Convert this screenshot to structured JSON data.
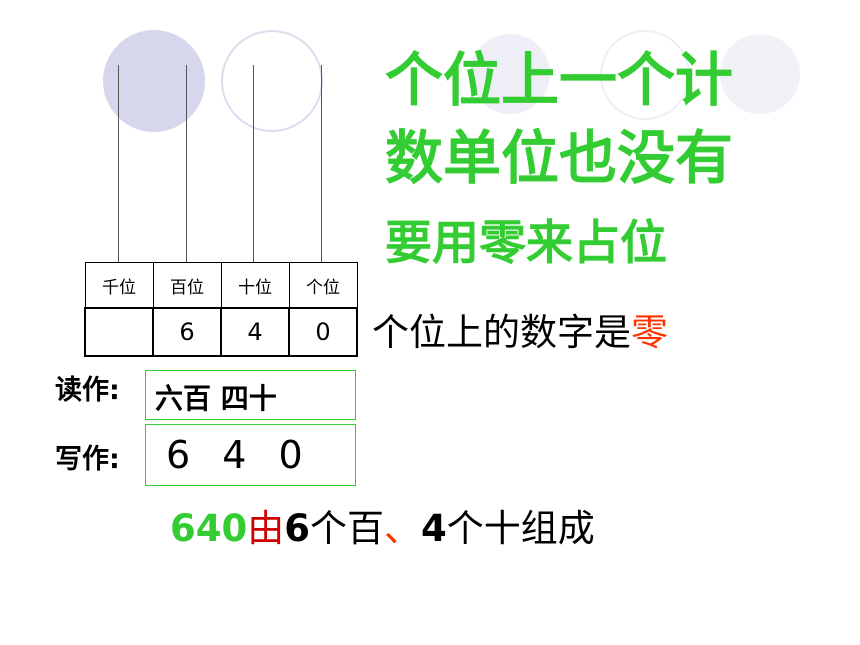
{
  "headline": {
    "line1": "个位上一个计",
    "line2": "数单位也没有",
    "line3": "要用零来占位"
  },
  "place_table": {
    "headers": [
      "千位",
      "百位",
      "十位",
      "个位"
    ],
    "values": [
      "",
      "6",
      "4",
      "0"
    ]
  },
  "ones_note": {
    "prefix": "个位上的数字是",
    "highlight": "零"
  },
  "read": {
    "label": "读作",
    "colon": ":",
    "value": "六百 四十"
  },
  "write": {
    "label": "写作",
    "colon": ":",
    "value": "6 4 0"
  },
  "composition": {
    "number": "640",
    "connector": "由",
    "hundreds_digit": "6",
    "hundreds_text": "个百",
    "separator": "、",
    "tens_digit": "4",
    "tens_text": "个十组成"
  },
  "colors": {
    "accent_green": "#33cc33",
    "highlight_red": "#ff3300",
    "connector_red": "#cc0000",
    "deco_lavender": "#d6d6ec"
  }
}
